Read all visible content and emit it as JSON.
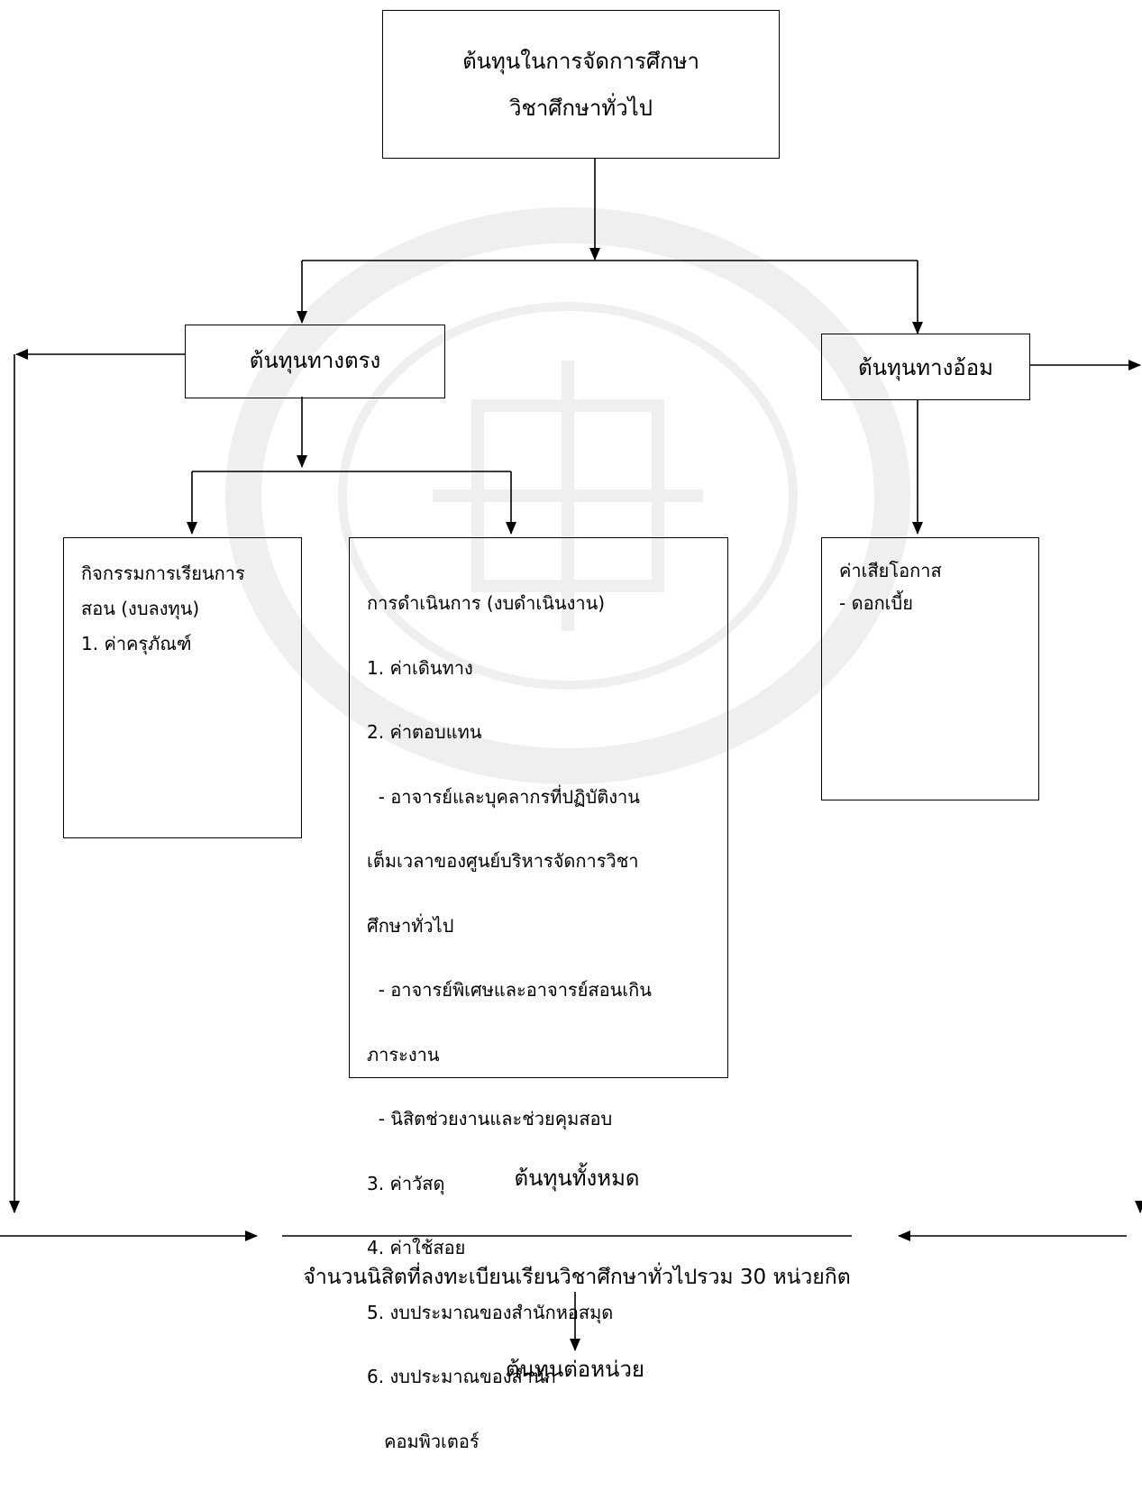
{
  "root": {
    "line1": "ต้นทุนในการจัดการศึกษา",
    "line2": "วิชาศึกษาทั่วไป"
  },
  "direct": {
    "label": "ต้นทุนทางตรง"
  },
  "indirect": {
    "label": "ต้นทุนทางอ้อม"
  },
  "teaching": {
    "lines": [
      "กิจกรรมการเรียนการ",
      "สอน (งบลงทุน)",
      "1. ค่าครุภัณฑ์"
    ]
  },
  "operation": {
    "lines": [
      "การดำเนินการ (งบดำเนินงาน)",
      "1. ค่าเดินทาง",
      "2. ค่าตอบแทน",
      "  - อาจารย์และบุคลากรที่ปฏิบัติงาน",
      "เต็มเวลาของศูนย์บริหารจัดการวิชา",
      "ศึกษาทั่วไป",
      "  - อาจารย์พิเศษและอาจารย์สอนเกิน",
      "ภาระงาน",
      "  - นิสิตช่วยงานและช่วยคุมสอบ",
      "3. ค่าวัสดุ",
      "4. ค่าใช้สอย",
      "5. งบประมาณของสำนักหอสมุด",
      "6. งบประมาณของสำนัก",
      "   คอมพิวเตอร์"
    ]
  },
  "opportunity": {
    "lines": [
      "ค่าเสียโอกาส",
      "- ดอกเบี้ย"
    ]
  },
  "total_cost": "ต้นทุนทั้งหมด",
  "students": "จำนวนนิสิตที่ลงทะเบียนเรียนวิชาศึกษาทั่วไปรวม 30 หน่วยกิต",
  "unit_cost": "ต้นทุนต่อหน่วย"
}
